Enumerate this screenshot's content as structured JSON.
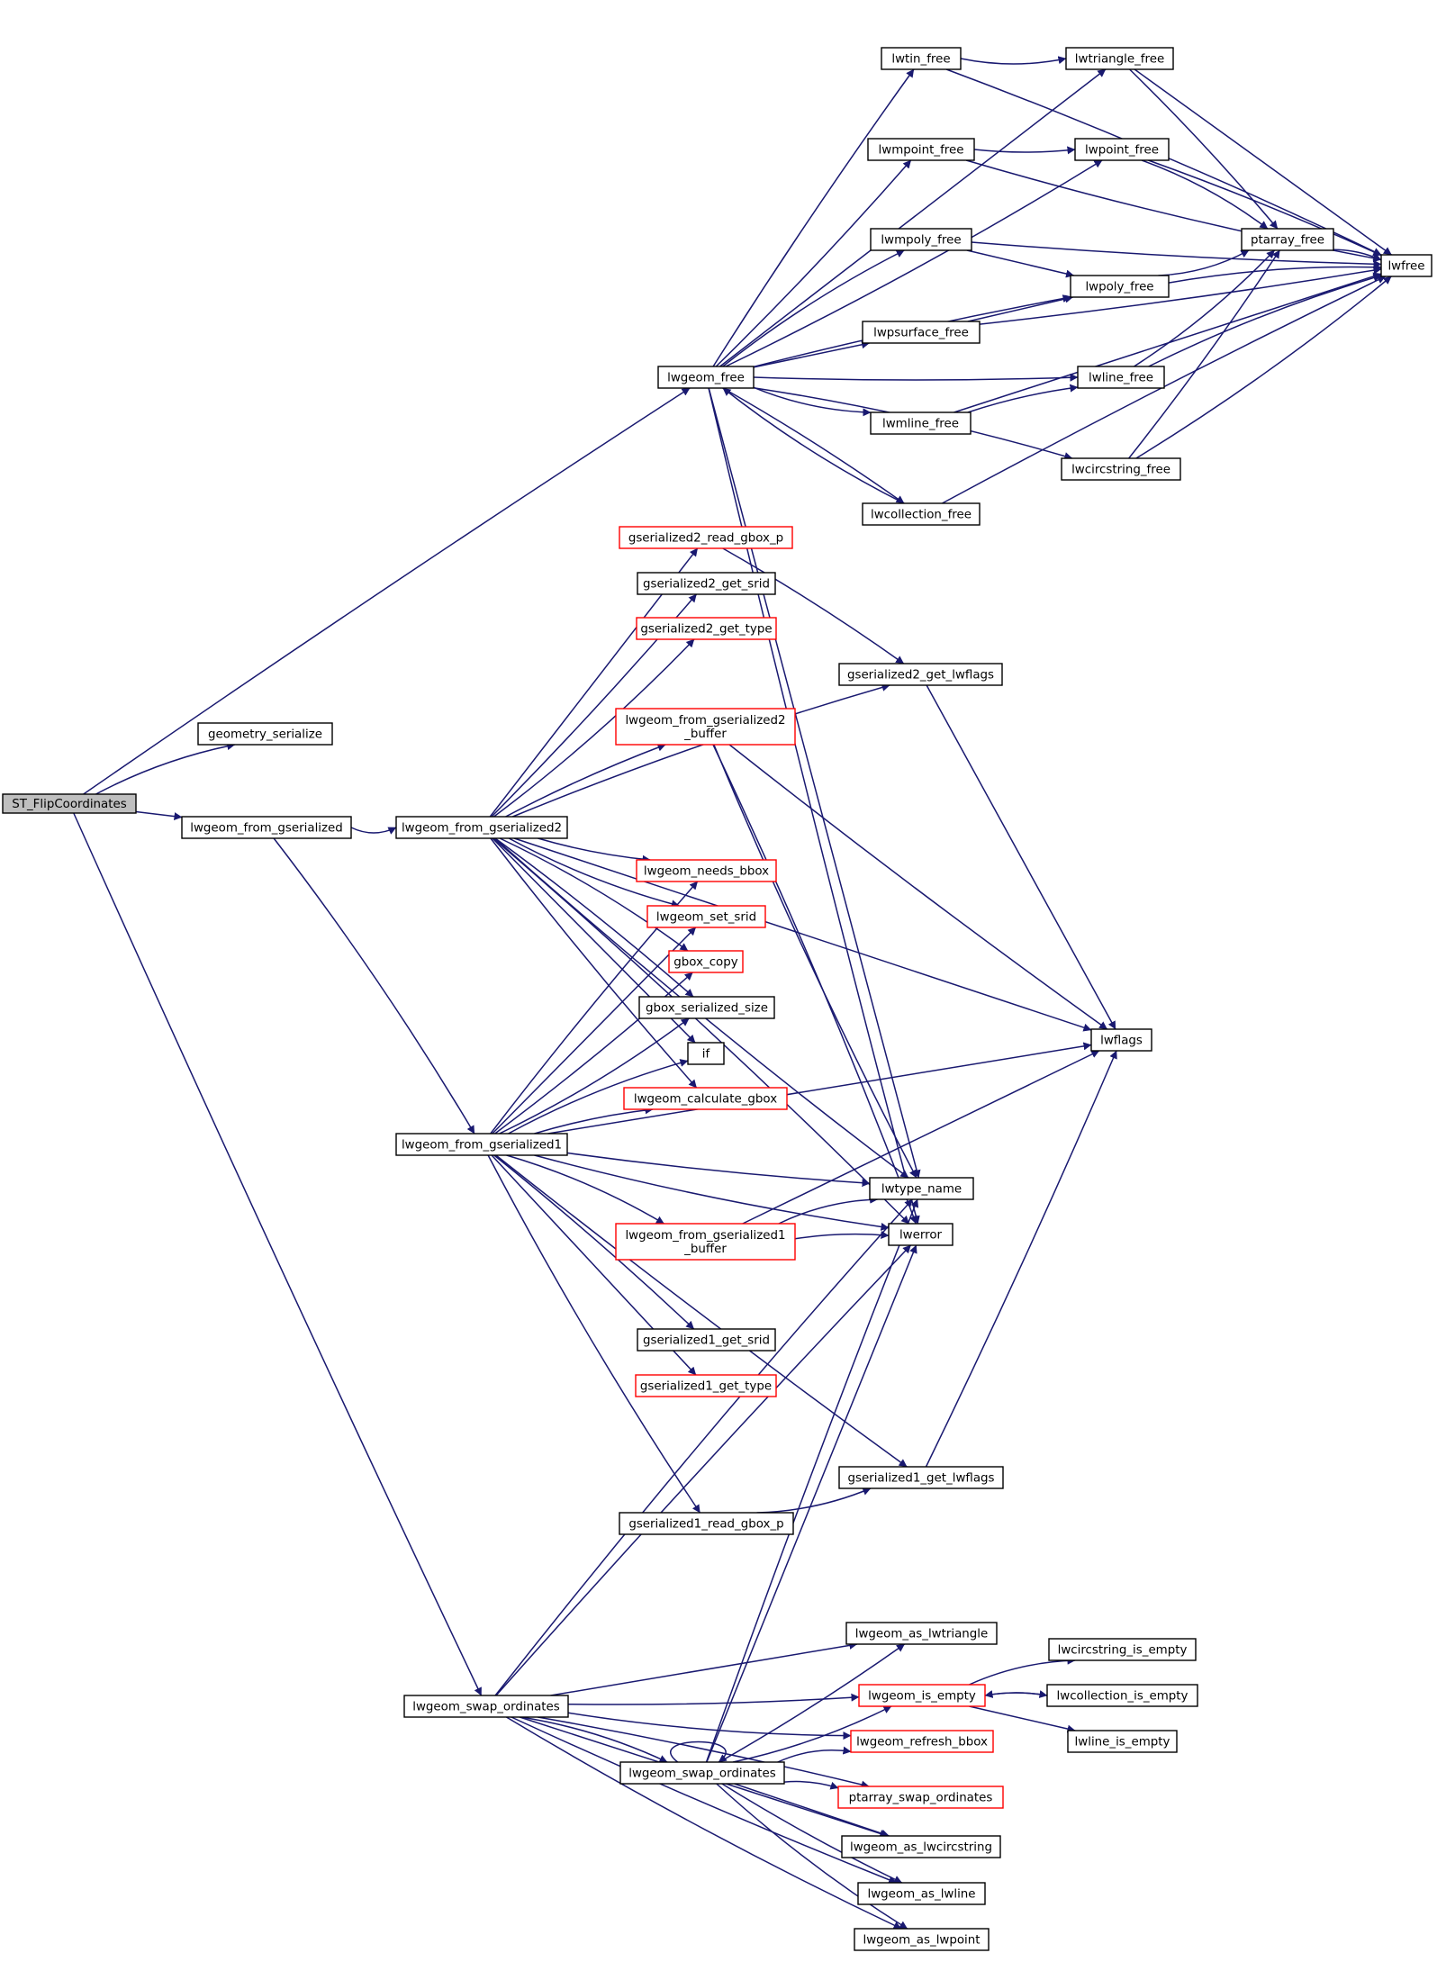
{
  "colors": {
    "edge": "#191970",
    "node_border": "#000000",
    "node_border_truncated": "#ff0000",
    "node_fill": "#ffffff",
    "root_fill": "#bfbfbf"
  },
  "nodes": {
    "root": [
      "ST_FlipCoordinates"
    ],
    "geometry_serialize": [
      "geometry_serialize"
    ],
    "lwgeom_from_gserialized": [
      "lwgeom_from_gserialized"
    ],
    "lwgeom_from_gserialized2": [
      "lwgeom_from_gserialized2"
    ],
    "lwgeom_from_gserialized1": [
      "lwgeom_from_gserialized1"
    ],
    "lwgeom_swap_ordinates_outer": [
      "lwgeom_swap_ordinates"
    ],
    "lwgeom_free": [
      "lwgeom_free"
    ],
    "lwtin_free": [
      "lwtin_free"
    ],
    "lwtriangle_free": [
      "lwtriangle_free"
    ],
    "lwmpoint_free": [
      "lwmpoint_free"
    ],
    "lwpoint_free": [
      "lwpoint_free"
    ],
    "lwmpoly_free": [
      "lwmpoly_free"
    ],
    "ptarray_free": [
      "ptarray_free"
    ],
    "lwfree": [
      "lwfree"
    ],
    "lwpoly_free": [
      "lwpoly_free"
    ],
    "lwpsurface_free": [
      "lwpsurface_free"
    ],
    "lwline_free": [
      "lwline_free"
    ],
    "lwmline_free": [
      "lwmline_free"
    ],
    "lwcircstring_free": [
      "lwcircstring_free"
    ],
    "lwcollection_free": [
      "lwcollection_free"
    ],
    "gserialized2_read_gbox_p": [
      "gserialized2_read_gbox_p"
    ],
    "gserialized2_get_srid": [
      "gserialized2_get_srid"
    ],
    "gserialized2_get_type": [
      "gserialized2_get_type"
    ],
    "gserialized2_get_lwflags": [
      "gserialized2_get_lwflags"
    ],
    "lwgeom_from_gserialized2_buffer": [
      "lwgeom_from_gserialized2",
      "_buffer"
    ],
    "lwgeom_needs_bbox": [
      "lwgeom_needs_bbox"
    ],
    "lwgeom_set_srid": [
      "lwgeom_set_srid"
    ],
    "gbox_copy": [
      "gbox_copy"
    ],
    "gbox_serialized_size": [
      "gbox_serialized_size"
    ],
    "if": [
      "if"
    ],
    "lwgeom_calculate_gbox": [
      "lwgeom_calculate_gbox"
    ],
    "lwflags": [
      "lwflags"
    ],
    "lwtype_name": [
      "lwtype_name"
    ],
    "lwerror": [
      "lwerror"
    ],
    "lwgeom_from_gserialized1_buffer": [
      "lwgeom_from_gserialized1",
      "_buffer"
    ],
    "gserialized1_get_srid": [
      "gserialized1_get_srid"
    ],
    "gserialized1_get_type": [
      "gserialized1_get_type"
    ],
    "gserialized1_get_lwflags": [
      "gserialized1_get_lwflags"
    ],
    "gserialized1_read_gbox_p": [
      "gserialized1_read_gbox_p"
    ],
    "lwgeom_as_lwtriangle": [
      "lwgeom_as_lwtriangle"
    ],
    "lwcircstring_is_empty": [
      "lwcircstring_is_empty"
    ],
    "lwgeom_is_empty": [
      "lwgeom_is_empty"
    ],
    "lwcollection_is_empty": [
      "lwcollection_is_empty"
    ],
    "lwline_is_empty": [
      "lwline_is_empty"
    ],
    "lwgeom_refresh_bbox": [
      "lwgeom_refresh_bbox"
    ],
    "lwgeom_swap_ordinates_inner": [
      "lwgeom_swap_ordinates"
    ],
    "ptarray_swap_ordinates": [
      "ptarray_swap_ordinates"
    ],
    "lwgeom_as_lwcircstring": [
      "lwgeom_as_lwcircstring"
    ],
    "lwgeom_as_lwline": [
      "lwgeom_as_lwline"
    ],
    "lwgeom_as_lwpoint": [
      "lwgeom_as_lwpoint"
    ]
  },
  "truncated_nodes": [
    "gserialized2_read_gbox_p",
    "gserialized2_get_type",
    "lwgeom_from_gserialized2_buffer",
    "lwgeom_needs_bbox",
    "lwgeom_set_srid",
    "gbox_copy",
    "lwgeom_calculate_gbox",
    "lwgeom_from_gserialized1_buffer",
    "gserialized1_get_type",
    "lwgeom_is_empty",
    "lwgeom_refresh_bbox",
    "ptarray_swap_ordinates"
  ],
  "edges": [
    [
      "root",
      "geometry_serialize"
    ],
    [
      "root",
      "lwgeom_free"
    ],
    [
      "root",
      "lwgeom_from_gserialized"
    ],
    [
      "root",
      "lwgeom_swap_ordinates_outer"
    ],
    [
      "lwgeom_from_gserialized",
      "lwgeom_from_gserialized2"
    ],
    [
      "lwgeom_from_gserialized",
      "lwgeom_from_gserialized1"
    ],
    [
      "lwgeom_free",
      "lwtin_free"
    ],
    [
      "lwgeom_free",
      "lwtriangle_free"
    ],
    [
      "lwgeom_free",
      "lwmpoint_free"
    ],
    [
      "lwgeom_free",
      "lwpoint_free"
    ],
    [
      "lwgeom_free",
      "lwmpoly_free"
    ],
    [
      "lwgeom_free",
      "lwpoly_free"
    ],
    [
      "lwgeom_free",
      "lwpsurface_free"
    ],
    [
      "lwgeom_free",
      "lwline_free"
    ],
    [
      "lwgeom_free",
      "lwmline_free"
    ],
    [
      "lwgeom_free",
      "lwcircstring_free"
    ],
    [
      "lwgeom_free",
      "lwcollection_free"
    ],
    [
      "lwgeom_free",
      "lwtype_name"
    ],
    [
      "lwgeom_free",
      "lwerror"
    ],
    [
      "lwtin_free",
      "lwtriangle_free"
    ],
    [
      "lwtin_free",
      "lwfree"
    ],
    [
      "lwtriangle_free",
      "ptarray_free"
    ],
    [
      "lwtriangle_free",
      "lwfree"
    ],
    [
      "lwmpoint_free",
      "lwpoint_free"
    ],
    [
      "lwmpoint_free",
      "lwfree"
    ],
    [
      "lwpoint_free",
      "ptarray_free"
    ],
    [
      "lwpoint_free",
      "lwfree"
    ],
    [
      "lwmpoly_free",
      "lwpoly_free"
    ],
    [
      "lwmpoly_free",
      "lwfree"
    ],
    [
      "lwpoly_free",
      "ptarray_free"
    ],
    [
      "lwpoly_free",
      "lwfree"
    ],
    [
      "ptarray_free",
      "lwfree"
    ],
    [
      "lwpsurface_free",
      "lwpoly_free"
    ],
    [
      "lwpsurface_free",
      "lwfree"
    ],
    [
      "lwline_free",
      "ptarray_free"
    ],
    [
      "lwline_free",
      "lwfree"
    ],
    [
      "lwmline_free",
      "lwline_free"
    ],
    [
      "lwmline_free",
      "lwfree"
    ],
    [
      "lwcircstring_free",
      "ptarray_free"
    ],
    [
      "lwcircstring_free",
      "lwfree"
    ],
    [
      "lwcollection_free",
      "lwgeom_free"
    ],
    [
      "lwcollection_free",
      "lwfree"
    ],
    [
      "lwgeom_from_gserialized2",
      "gserialized2_read_gbox_p"
    ],
    [
      "lwgeom_from_gserialized2",
      "gserialized2_get_srid"
    ],
    [
      "lwgeom_from_gserialized2",
      "gserialized2_get_type"
    ],
    [
      "lwgeom_from_gserialized2",
      "gserialized2_get_lwflags"
    ],
    [
      "lwgeom_from_gserialized2",
      "lwgeom_from_gserialized2_buffer"
    ],
    [
      "lwgeom_from_gserialized2",
      "lwflags"
    ],
    [
      "lwgeom_from_gserialized2",
      "lwgeom_needs_bbox"
    ],
    [
      "lwgeom_from_gserialized2",
      "lwgeom_set_srid"
    ],
    [
      "lwgeom_from_gserialized2",
      "gbox_copy"
    ],
    [
      "lwgeom_from_gserialized2",
      "gbox_serialized_size"
    ],
    [
      "lwgeom_from_gserialized2",
      "if"
    ],
    [
      "lwgeom_from_gserialized2",
      "lwgeom_calculate_gbox"
    ],
    [
      "lwgeom_from_gserialized2",
      "lwtype_name"
    ],
    [
      "lwgeom_from_gserialized2",
      "lwerror"
    ],
    [
      "gserialized2_read_gbox_p",
      "gserialized2_get_lwflags"
    ],
    [
      "gserialized2_get_lwflags",
      "lwflags"
    ],
    [
      "lwgeom_from_gserialized2_buffer",
      "lwflags"
    ],
    [
      "lwgeom_from_gserialized2_buffer",
      "lwtype_name"
    ],
    [
      "lwgeom_from_gserialized2_buffer",
      "lwerror"
    ],
    [
      "lwgeom_from_gserialized1",
      "lwgeom_needs_bbox"
    ],
    [
      "lwgeom_from_gserialized1",
      "lwgeom_set_srid"
    ],
    [
      "lwgeom_from_gserialized1",
      "gbox_copy"
    ],
    [
      "lwgeom_from_gserialized1",
      "gbox_serialized_size"
    ],
    [
      "lwgeom_from_gserialized1",
      "if"
    ],
    [
      "lwgeom_from_gserialized1",
      "lwgeom_calculate_gbox"
    ],
    [
      "lwgeom_from_gserialized1",
      "lwflags"
    ],
    [
      "lwgeom_from_gserialized1",
      "lwtype_name"
    ],
    [
      "lwgeom_from_gserialized1",
      "lwerror"
    ],
    [
      "lwgeom_from_gserialized1",
      "lwgeom_from_gserialized1_buffer"
    ],
    [
      "lwgeom_from_gserialized1",
      "gserialized1_get_srid"
    ],
    [
      "lwgeom_from_gserialized1",
      "gserialized1_get_type"
    ],
    [
      "lwgeom_from_gserialized1",
      "gserialized1_get_lwflags"
    ],
    [
      "lwgeom_from_gserialized1",
      "gserialized1_read_gbox_p"
    ],
    [
      "lwgeom_from_gserialized1_buffer",
      "lwtype_name"
    ],
    [
      "lwgeom_from_gserialized1_buffer",
      "lwerror"
    ],
    [
      "lwgeom_from_gserialized1_buffer",
      "lwflags"
    ],
    [
      "gserialized1_get_lwflags",
      "lwflags"
    ],
    [
      "gserialized1_read_gbox_p",
      "gserialized1_get_lwflags"
    ],
    [
      "lwgeom_swap_ordinates_outer",
      "lwtype_name"
    ],
    [
      "lwgeom_swap_ordinates_outer",
      "lwerror"
    ],
    [
      "lwgeom_swap_ordinates_outer",
      "lwgeom_as_lwtriangle"
    ],
    [
      "lwgeom_swap_ordinates_outer",
      "lwgeom_is_empty"
    ],
    [
      "lwgeom_swap_ordinates_outer",
      "lwgeom_refresh_bbox"
    ],
    [
      "lwgeom_swap_ordinates_outer",
      "lwgeom_swap_ordinates_inner"
    ],
    [
      "lwgeom_swap_ordinates_outer",
      "ptarray_swap_ordinates"
    ],
    [
      "lwgeom_swap_ordinates_outer",
      "lwgeom_as_lwcircstring"
    ],
    [
      "lwgeom_swap_ordinates_outer",
      "lwgeom_as_lwline"
    ],
    [
      "lwgeom_swap_ordinates_outer",
      "lwgeom_as_lwpoint"
    ],
    [
      "lwgeom_swap_ordinates_inner",
      "lwgeom_swap_ordinates_inner"
    ],
    [
      "lwgeom_swap_ordinates_inner",
      "lwtype_name"
    ],
    [
      "lwgeom_swap_ordinates_inner",
      "lwerror"
    ],
    [
      "lwgeom_swap_ordinates_inner",
      "lwgeom_as_lwtriangle"
    ],
    [
      "lwgeom_swap_ordinates_inner",
      "lwgeom_is_empty"
    ],
    [
      "lwgeom_swap_ordinates_inner",
      "lwgeom_refresh_bbox"
    ],
    [
      "lwgeom_swap_ordinates_inner",
      "ptarray_swap_ordinates"
    ],
    [
      "lwgeom_swap_ordinates_inner",
      "lwgeom_as_lwcircstring"
    ],
    [
      "lwgeom_swap_ordinates_inner",
      "lwgeom_as_lwline"
    ],
    [
      "lwgeom_swap_ordinates_inner",
      "lwgeom_as_lwpoint"
    ],
    [
      "lwgeom_is_empty",
      "lwcircstring_is_empty"
    ],
    [
      "lwgeom_is_empty",
      "lwcollection_is_empty"
    ],
    [
      "lwgeom_is_empty",
      "lwline_is_empty"
    ],
    [
      "lwcollection_is_empty",
      "lwgeom_is_empty"
    ]
  ]
}
